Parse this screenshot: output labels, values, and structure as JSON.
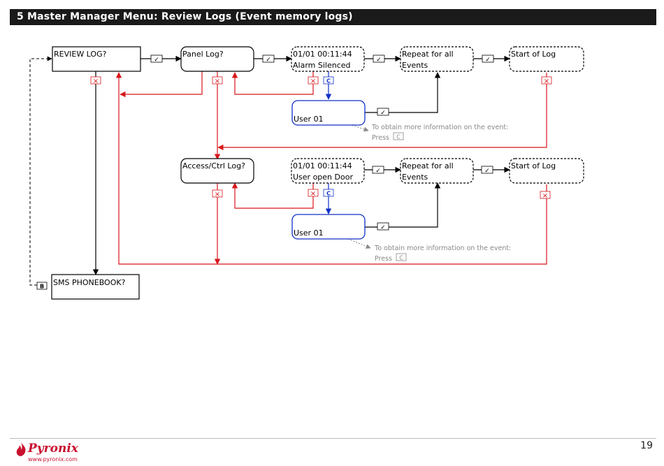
{
  "header": {
    "title": "5 Master Manager Menu: Review Logs (Event memory logs)"
  },
  "colors": {
    "yes_path": "#000000",
    "no_path": "#d8161b",
    "info_path": "#1030c8",
    "hint": "#888888"
  },
  "symbols": {
    "yes": "✓",
    "no": "×",
    "info": "C",
    "back": "B"
  },
  "nodes": {
    "review_log": "REVIEW LOG?",
    "panel_log": "Panel Log?",
    "panel_event_line1": "01/01 00:11:44",
    "panel_event_line2": "Alarm Silenced",
    "panel_repeat_line1": "Repeat for all",
    "panel_repeat_line2": "Events",
    "panel_start": "Start of Log",
    "panel_user": "User 01",
    "access_log": "Access/Ctrl Log?",
    "access_event_line1": "01/01 00:11:44",
    "access_event_line2": "User open Door",
    "access_repeat_line1": "Repeat for all",
    "access_repeat_line2": "Events",
    "access_start": "Start of Log",
    "access_user": "User 01",
    "sms_phonebook": "SMS PHONEBOOK?"
  },
  "hints": {
    "panel_info": "To obtain more information on the event:",
    "panel_press": "Press",
    "access_info": "To obtain more information on the event:",
    "access_press": "Press"
  },
  "footer": {
    "brand": "Pyronix",
    "url": "www.pyronix.com",
    "page_number": "19"
  }
}
